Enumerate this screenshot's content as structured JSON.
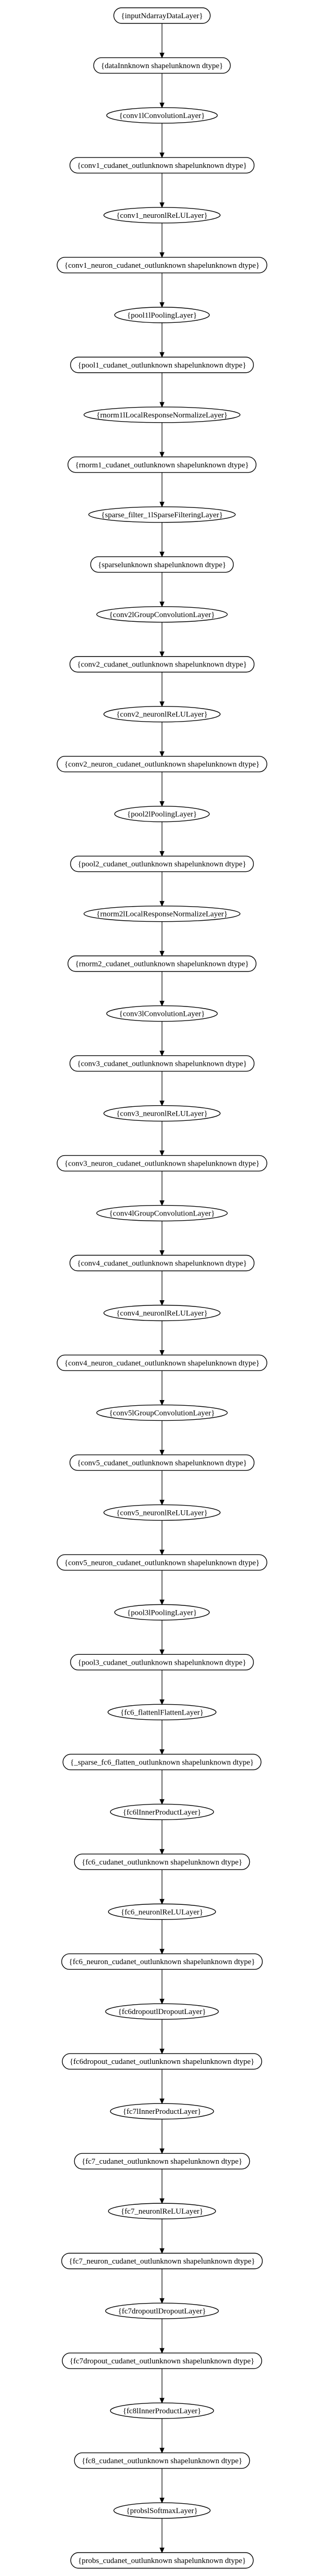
{
  "diagram": {
    "nodes": [
      {
        "id": "n1",
        "shape": "rect",
        "label": "{inputNdarrayDataLayer}"
      },
      {
        "id": "n2",
        "shape": "rect",
        "label": "{dataInnknown shapelunknown dtype}"
      },
      {
        "id": "n3",
        "shape": "ellipse",
        "label": "{conv1lConvolutionLayer}"
      },
      {
        "id": "n4",
        "shape": "rect",
        "label": "{conv1_cudanet_outlunknown shapelunknown dtype}"
      },
      {
        "id": "n5",
        "shape": "ellipse",
        "label": "{conv1_neuronlReLULayer}"
      },
      {
        "id": "n6",
        "shape": "rect",
        "label": "{conv1_neuron_cudanet_outlunknown shapelunknown dtype}"
      },
      {
        "id": "n7",
        "shape": "ellipse",
        "label": "{pool1lPoolingLayer}"
      },
      {
        "id": "n8",
        "shape": "rect",
        "label": "{pool1_cudanet_outlunknown shapelunknown dtype}"
      },
      {
        "id": "n9",
        "shape": "ellipse",
        "label": "{rnorm1lLocalResponseNormalizeLayer}"
      },
      {
        "id": "n10",
        "shape": "rect",
        "label": "{rnorm1_cudanet_outlunknown shapelunknown dtype}"
      },
      {
        "id": "n11",
        "shape": "ellipse",
        "label": "{sparse_filter_1lSparseFilteringLayer}"
      },
      {
        "id": "n12",
        "shape": "rect",
        "label": "{sparselunknown shapelunknown dtype}"
      },
      {
        "id": "n13",
        "shape": "ellipse",
        "label": "{conv2lGroupConvolutionLayer}"
      },
      {
        "id": "n14",
        "shape": "rect",
        "label": "{conv2_cudanet_outlunknown shapelunknown dtype}"
      },
      {
        "id": "n15",
        "shape": "ellipse",
        "label": "{conv2_neuronlReLULayer}"
      },
      {
        "id": "n16",
        "shape": "rect",
        "label": "{conv2_neuron_cudanet_outlunknown shapelunknown dtype}"
      },
      {
        "id": "n17",
        "shape": "ellipse",
        "label": "{pool2lPoolingLayer}"
      },
      {
        "id": "n18",
        "shape": "rect",
        "label": "{pool2_cudanet_outlunknown shapelunknown dtype}"
      },
      {
        "id": "n19",
        "shape": "ellipse",
        "label": "{rnorm2lLocalResponseNormalizeLayer}"
      },
      {
        "id": "n20",
        "shape": "rect",
        "label": "{rnorm2_cudanet_outlunknown shapelunknown dtype}"
      },
      {
        "id": "n21",
        "shape": "ellipse",
        "label": "{conv3lConvolutionLayer}"
      },
      {
        "id": "n22",
        "shape": "rect",
        "label": "{conv3_cudanet_outlunknown shapelunknown dtype}"
      },
      {
        "id": "n23",
        "shape": "ellipse",
        "label": "{conv3_neuronlReLULayer}"
      },
      {
        "id": "n24",
        "shape": "rect",
        "label": "{conv3_neuron_cudanet_outlunknown shapelunknown dtype}"
      },
      {
        "id": "n25",
        "shape": "ellipse",
        "label": "{conv4lGroupConvolutionLayer}"
      },
      {
        "id": "n26",
        "shape": "rect",
        "label": "{conv4_cudanet_outlunknown shapelunknown dtype}"
      },
      {
        "id": "n27",
        "shape": "ellipse",
        "label": "{conv4_neuronlReLULayer}"
      },
      {
        "id": "n28",
        "shape": "rect",
        "label": "{conv4_neuron_cudanet_outlunknown shapelunknown dtype}"
      },
      {
        "id": "n29",
        "shape": "ellipse",
        "label": "{conv5lGroupConvolutionLayer}"
      },
      {
        "id": "n30",
        "shape": "rect",
        "label": "{conv5_cudanet_outlunknown shapelunknown dtype}"
      },
      {
        "id": "n31",
        "shape": "ellipse",
        "label": "{conv5_neuronlReLULayer}"
      },
      {
        "id": "n32",
        "shape": "rect",
        "label": "{conv5_neuron_cudanet_outlunknown shapelunknown dtype}"
      },
      {
        "id": "n33",
        "shape": "ellipse",
        "label": "{pool3lPoolingLayer}"
      },
      {
        "id": "n34",
        "shape": "rect",
        "label": "{pool3_cudanet_outlunknown shapelunknown dtype}"
      },
      {
        "id": "n35",
        "shape": "ellipse",
        "label": "{fc6_flattenlFlattenLayer}"
      },
      {
        "id": "n36",
        "shape": "rect",
        "label": "{_sparse_fc6_flatten_outlunknown shapelunknown dtype}"
      },
      {
        "id": "n37",
        "shape": "ellipse",
        "label": "{fc6lInnerProductLayer}"
      },
      {
        "id": "n38",
        "shape": "rect",
        "label": "{fc6_cudanet_outlunknown shapelunknown dtype}"
      },
      {
        "id": "n39",
        "shape": "ellipse",
        "label": "{fc6_neuronlReLULayer}"
      },
      {
        "id": "n40",
        "shape": "rect",
        "label": "{fc6_neuron_cudanet_outlunknown shapelunknown dtype}"
      },
      {
        "id": "n41",
        "shape": "ellipse",
        "label": "{fc6dropoutlDropoutLayer}"
      },
      {
        "id": "n42",
        "shape": "rect",
        "label": "{fc6dropout_cudanet_outlunknown shapelunknown dtype}"
      },
      {
        "id": "n43",
        "shape": "ellipse",
        "label": "{fc7lInnerProductLayer}"
      },
      {
        "id": "n44",
        "shape": "rect",
        "label": "{fc7_cudanet_outlunknown shapelunknown dtype}"
      },
      {
        "id": "n45",
        "shape": "ellipse",
        "label": "{fc7_neuronlReLULayer}"
      },
      {
        "id": "n46",
        "shape": "rect",
        "label": "{fc7_neuron_cudanet_outlunknown shapelunknown dtype}"
      },
      {
        "id": "n47",
        "shape": "ellipse",
        "label": "{fc7dropoutlDropoutLayer}"
      },
      {
        "id": "n48",
        "shape": "rect",
        "label": "{fc7dropout_cudanet_outlunknown shapelunknown dtype}"
      },
      {
        "id": "n49",
        "shape": "ellipse",
        "label": "{fc8lInnerProductLayer}"
      },
      {
        "id": "n50",
        "shape": "rect",
        "label": "{fc8_cudanet_outlunknown shapelunknown dtype}"
      },
      {
        "id": "n51",
        "shape": "ellipse",
        "label": "{probslSoftmaxLayer}"
      },
      {
        "id": "n52",
        "shape": "rect",
        "label": "{probs_cudanet_outlunknown shapelunknown dtype}"
      }
    ]
  },
  "colors": {
    "background": "#ffffff",
    "stroke": "#000000",
    "text": "#000000"
  }
}
